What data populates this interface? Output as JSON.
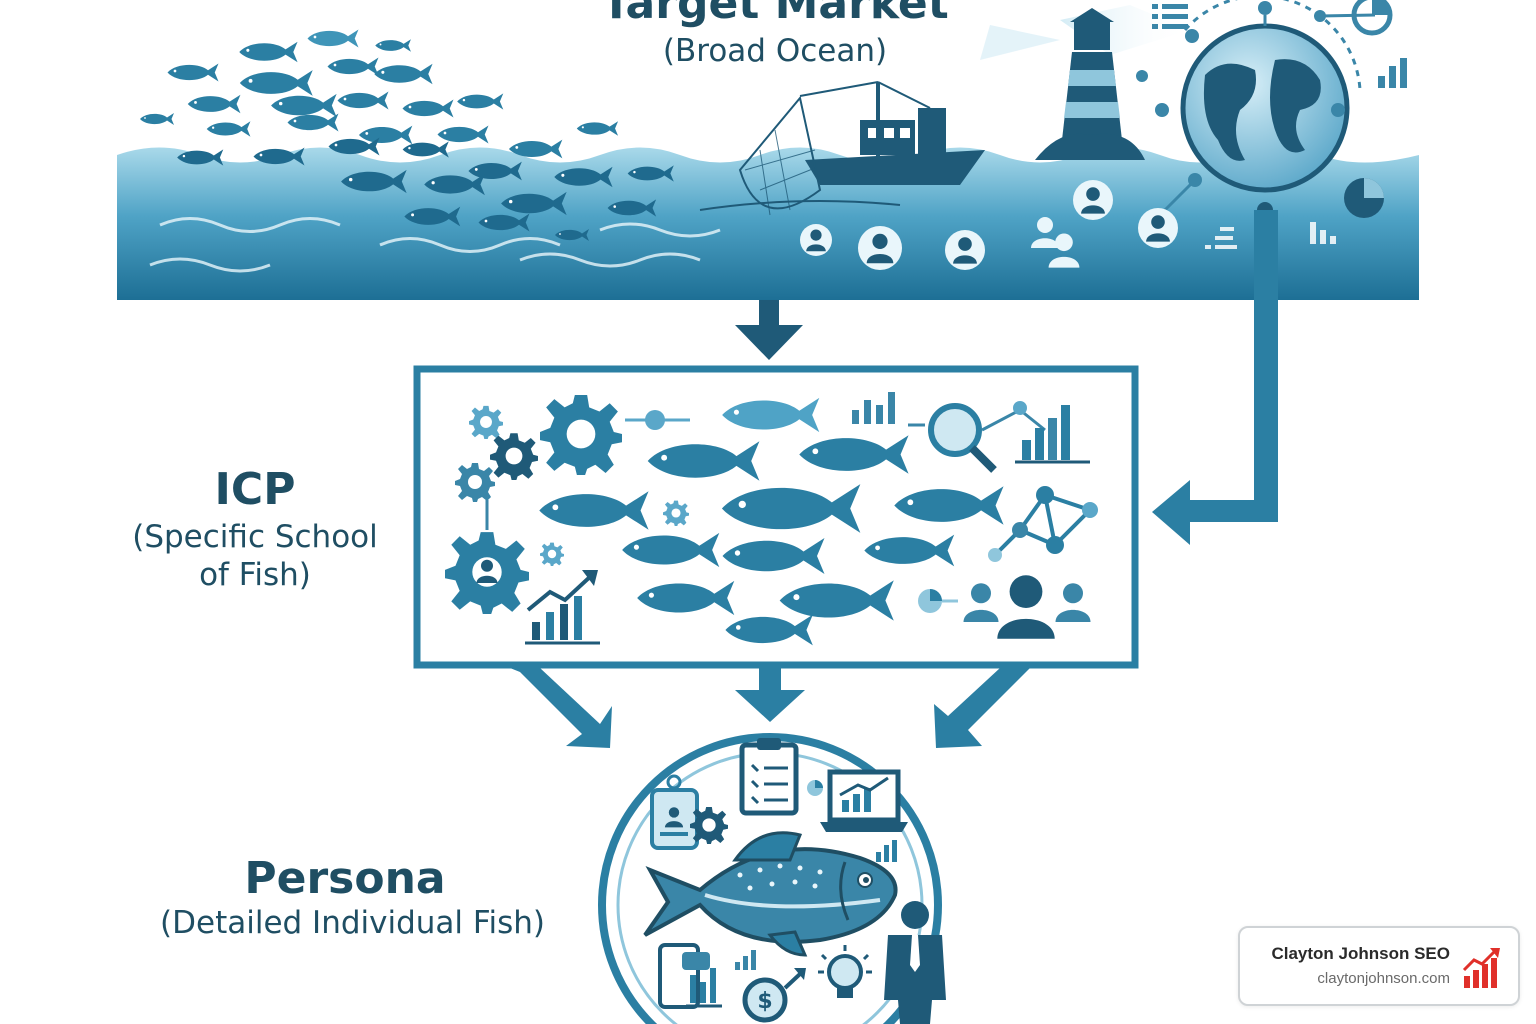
{
  "target_market": {
    "title": "Target Market",
    "subtitle": "(Broad Ocean)"
  },
  "icp": {
    "title": "ICP",
    "subtitle_line1": "(Specific School",
    "subtitle_line2": "of Fish)"
  },
  "persona": {
    "title": "Persona",
    "subtitle": "(Detailed Individual Fish)"
  },
  "brand": {
    "name": "Clayton Johnson SEO",
    "url": "claytonjohnson.com"
  },
  "colors": {
    "dark_teal": "#1f5a78",
    "mid_teal": "#3a86a8",
    "light_teal": "#8fc6dc",
    "ocean_top": "#9fd3e6",
    "ocean_bottom": "#1d6f95",
    "brand_red": "#e0302a"
  }
}
